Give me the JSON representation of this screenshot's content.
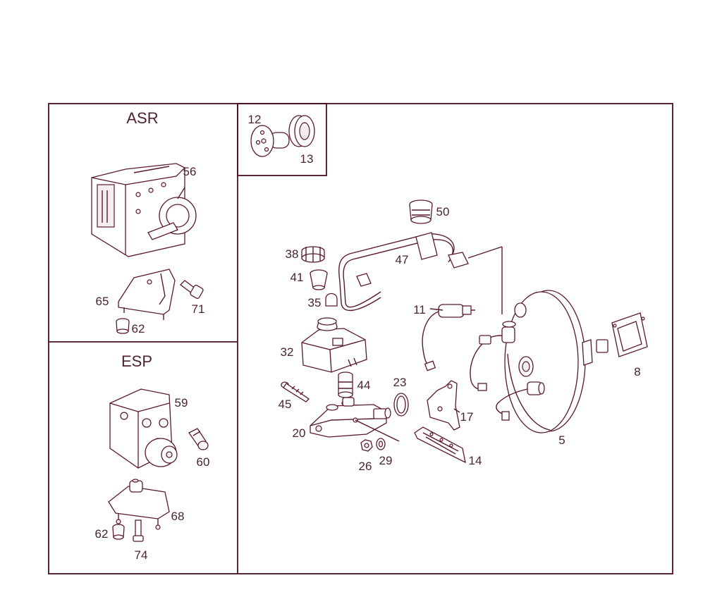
{
  "panels": {
    "asr": {
      "title": "ASR"
    },
    "esp": {
      "title": "ESP"
    }
  },
  "callouts": {
    "p5": "5",
    "p8": "8",
    "p11": "11",
    "p12": "12",
    "p13": "13",
    "p14": "14",
    "p17": "17",
    "p20": "20",
    "p23": "23",
    "p26": "26",
    "p29": "29",
    "p32": "32",
    "p35": "35",
    "p38": "38",
    "p41": "41",
    "p44": "44",
    "p45": "45",
    "p47": "47",
    "p50": "50",
    "p56": "56",
    "p59": "59",
    "p60": "60",
    "p62a": "62",
    "p62b": "62",
    "p65": "65",
    "p68": "68",
    "p71": "71",
    "p74": "74"
  },
  "colors": {
    "line": "#5a1a2a",
    "text": "#4a2430",
    "background": "#ffffff"
  }
}
